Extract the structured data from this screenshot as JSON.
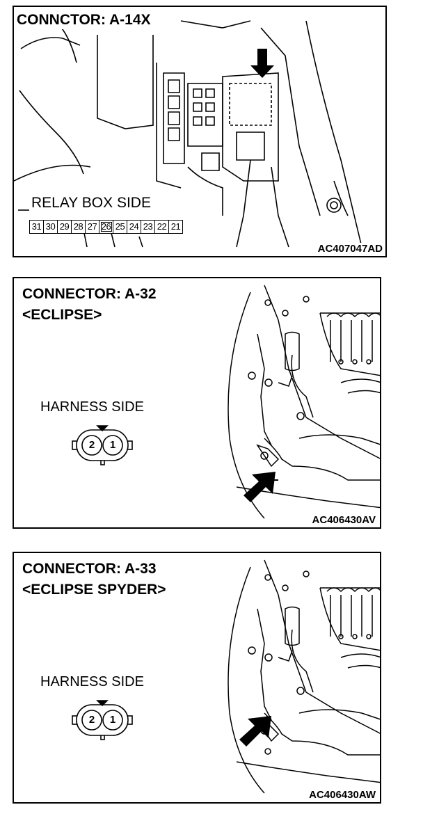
{
  "panel1": {
    "title": "CONNCTOR: A-14X",
    "relay_label": "RELAY BOX SIDE",
    "pins": [
      "31",
      "30",
      "29",
      "28",
      "27",
      "26",
      "25",
      "24",
      "23",
      "22",
      "21"
    ],
    "code": "AC407047AD"
  },
  "panel2": {
    "title_line1": "CONNECTOR: A-32",
    "title_line2": "<ECLIPSE>",
    "harness_label": "HARNESS SIDE",
    "pin_left": "2",
    "pin_right": "1",
    "code": "AC406430AV"
  },
  "panel3": {
    "title_line1": "CONNECTOR: A-33",
    "title_line2": "<ECLIPSE SPYDER>",
    "harness_label": "HARNESS SIDE",
    "pin_left": "2",
    "pin_right": "1",
    "code": "AC406430AW"
  }
}
